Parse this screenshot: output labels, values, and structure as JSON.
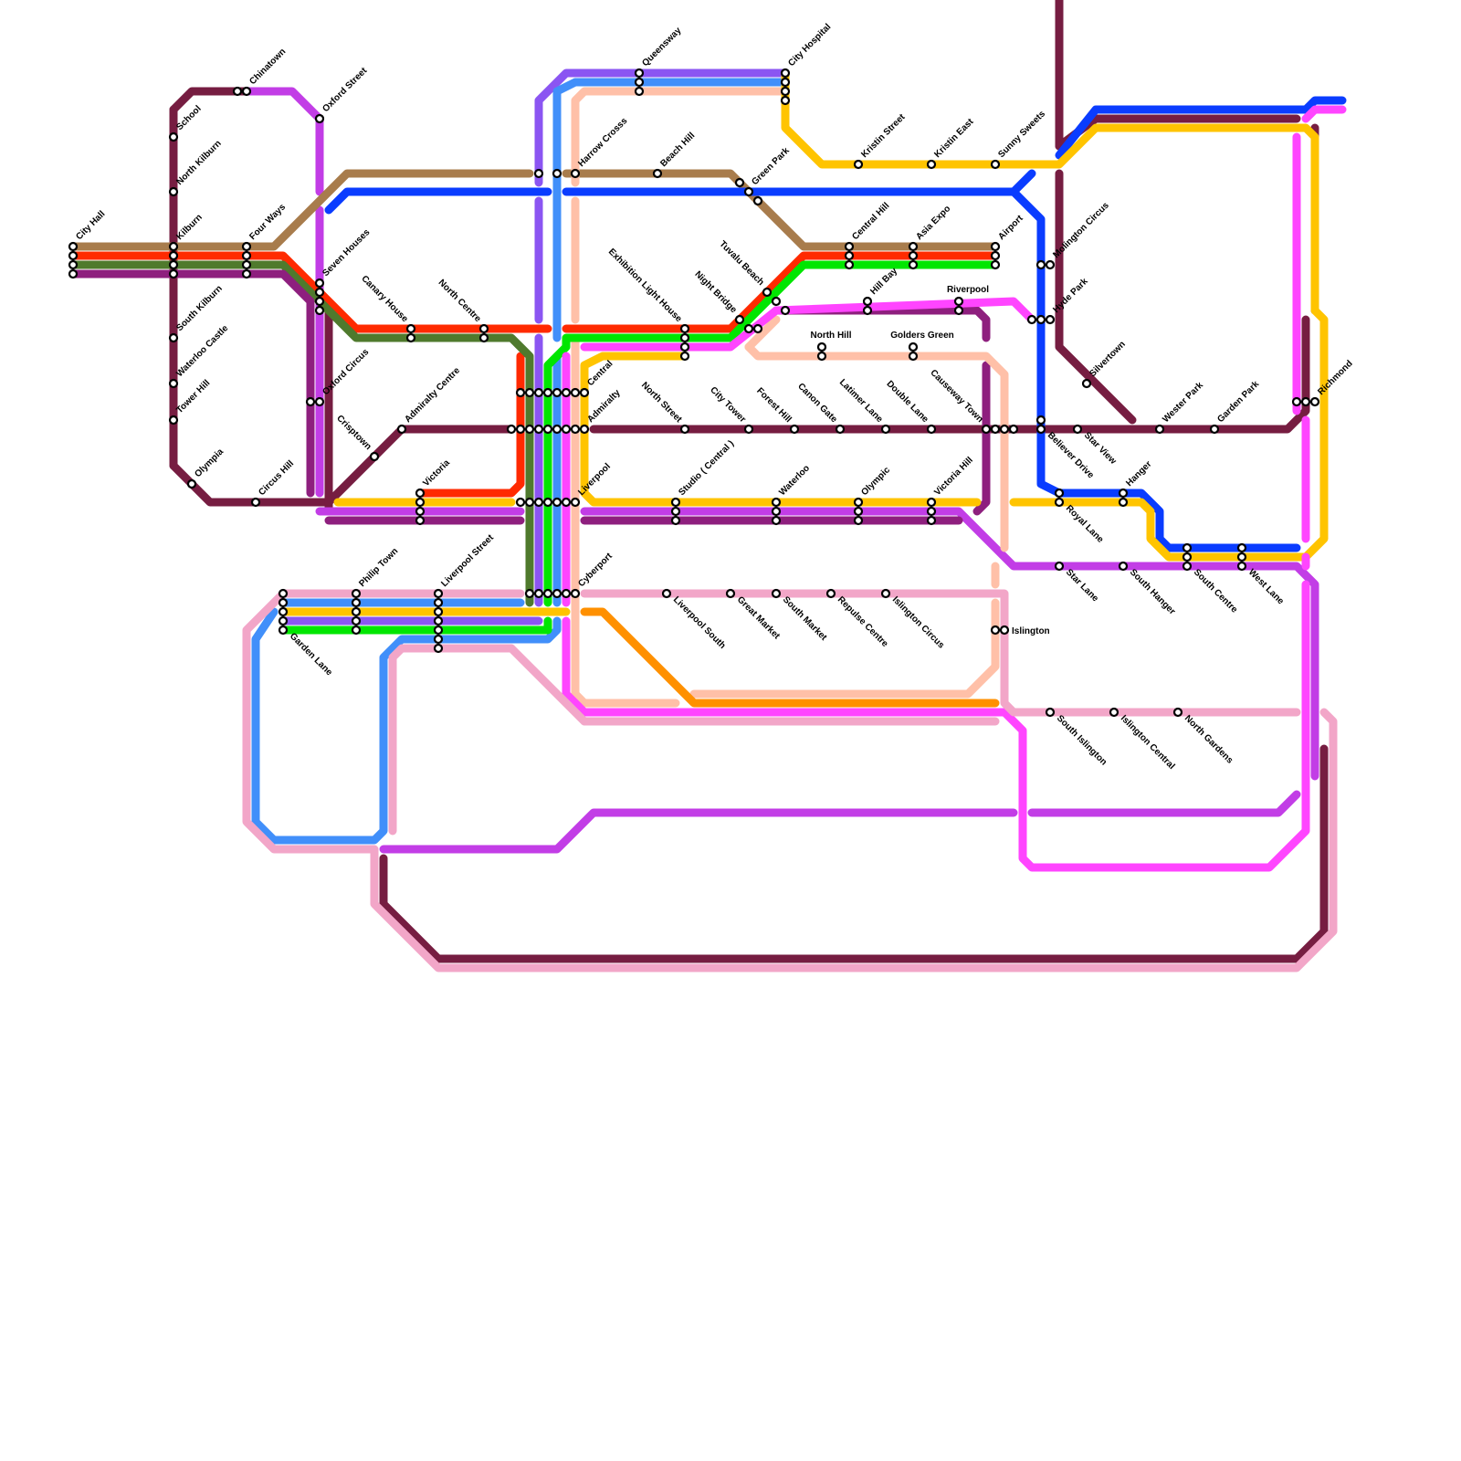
{
  "map": {
    "colors": {
      "maroon": "#761d41",
      "purple": "#c23de6",
      "brown": "#a87c4c",
      "blue": "#0a3cff",
      "red": "#ff2a00",
      "olive": "#4f7a2d",
      "plum": "#8e1f7e",
      "lavender": "#8b55f2",
      "skyblue": "#418ffa",
      "peach": "#ffc0a8",
      "green": "#00e600",
      "yellow": "#ffc400",
      "magenta": "#ff45ff",
      "pink": "#f2a6c8",
      "orange": "#ff9000"
    },
    "stations": [
      {
        "id": "city_hall",
        "name": "City Hall"
      },
      {
        "id": "school",
        "name": "School"
      },
      {
        "id": "north_kilburn",
        "name": "North Kilburn"
      },
      {
        "id": "kilburn",
        "name": "Kilburn"
      },
      {
        "id": "south_kilburn",
        "name": "South Kilburn"
      },
      {
        "id": "waterloo_castle",
        "name": "Waterloo Castle"
      },
      {
        "id": "tower_hill",
        "name": "Tower Hill"
      },
      {
        "id": "olympia",
        "name": "Olympia"
      },
      {
        "id": "chinatown",
        "name": "Chinatown"
      },
      {
        "id": "circus_hill",
        "name": "Circus Hill"
      },
      {
        "id": "four_ways",
        "name": "Four Ways"
      },
      {
        "id": "oxford_street",
        "name": "Oxford Street"
      },
      {
        "id": "seven_houses",
        "name": "Seven Houses"
      },
      {
        "id": "oxford_circus",
        "name": "Oxford Circus"
      },
      {
        "id": "canary_house",
        "name": "Canary House"
      },
      {
        "id": "north_centre",
        "name": "North Centre"
      },
      {
        "id": "crisptown",
        "name": "Crisptown"
      },
      {
        "id": "admiralty_centre",
        "name": "Admiralty Centre"
      },
      {
        "id": "victoria",
        "name": "Victoria"
      },
      {
        "id": "philip_town",
        "name": "Philip Town"
      },
      {
        "id": "liverpool_street",
        "name": "Liverpool Street"
      },
      {
        "id": "garden_lane",
        "name": "Garden Lane"
      },
      {
        "id": "queensway",
        "name": "Queensway"
      },
      {
        "id": "harrow_crosss",
        "name": "Harrow Crosss"
      },
      {
        "id": "central",
        "name": "Central"
      },
      {
        "id": "admiralty",
        "name": "Admiralty"
      },
      {
        "id": "liverpool",
        "name": "Liverpool"
      },
      {
        "id": "cyberport",
        "name": "Cyberport"
      },
      {
        "id": "beach_hill",
        "name": "Beach Hill"
      },
      {
        "id": "exhibition_light_house",
        "name": "Exhibition Light House"
      },
      {
        "id": "north_street",
        "name": "North Street"
      },
      {
        "id": "studio_central",
        "name": "Studio ( Central )"
      },
      {
        "id": "liverpool_south",
        "name": "Liverpool South"
      },
      {
        "id": "city_hospital",
        "name": "City Hospital"
      },
      {
        "id": "green_park",
        "name": "Green Park"
      },
      {
        "id": "night_bridge",
        "name": "Night Bridge"
      },
      {
        "id": "tuvalu_beach",
        "name": "Tuvalu Beach"
      },
      {
        "id": "city_tower",
        "name": "City Tower"
      },
      {
        "id": "forest_hill",
        "name": "Forest Hill"
      },
      {
        "id": "waterloo",
        "name": "Waterloo"
      },
      {
        "id": "great_market",
        "name": "Great Market"
      },
      {
        "id": "south_market",
        "name": "South Market"
      },
      {
        "id": "north_hill",
        "name": "North Hill"
      },
      {
        "id": "canon_gate",
        "name": "Canon Gate"
      },
      {
        "id": "repulse_centre",
        "name": "Repulse Centre"
      },
      {
        "id": "kristin_street",
        "name": "Kristin Street"
      },
      {
        "id": "central_hill",
        "name": "Central Hill"
      },
      {
        "id": "hill_bay",
        "name": "Hill Bay"
      },
      {
        "id": "latimer_lane",
        "name": "Latimer Lane"
      },
      {
        "id": "olympic",
        "name": "Olympic"
      },
      {
        "id": "islington_circus",
        "name": "Islington Circus"
      },
      {
        "id": "kristin_east",
        "name": "Kristin East"
      },
      {
        "id": "asia_expo",
        "name": "Asia Expo"
      },
      {
        "id": "golders_green",
        "name": "Golders Green"
      },
      {
        "id": "double_lane",
        "name": "Double Lane"
      },
      {
        "id": "victoria_hill",
        "name": "Victoria Hill"
      },
      {
        "id": "riverpool",
        "name": "Riverpool"
      },
      {
        "id": "sunny_sweets",
        "name": "Sunny Sweets"
      },
      {
        "id": "airport",
        "name": "Airport"
      },
      {
        "id": "causeway_town",
        "name": "Causeway Town"
      },
      {
        "id": "islington",
        "name": "Islington"
      },
      {
        "id": "molington_circus",
        "name": "Molington Circus"
      },
      {
        "id": "hyde_park",
        "name": "Hyde Park"
      },
      {
        "id": "believer_drive",
        "name": "Believer Drive"
      },
      {
        "id": "royal_lane",
        "name": "Royal Lane"
      },
      {
        "id": "star_lane",
        "name": "Star Lane"
      },
      {
        "id": "south_islington",
        "name": "South Islington"
      },
      {
        "id": "silvertown",
        "name": "Silvertown"
      },
      {
        "id": "star_view",
        "name": "Star View"
      },
      {
        "id": "hanger",
        "name": "Hanger"
      },
      {
        "id": "south_hanger",
        "name": "South Hanger"
      },
      {
        "id": "islington_central",
        "name": "Islington Central"
      },
      {
        "id": "wester_park",
        "name": "Wester Park"
      },
      {
        "id": "south_centre",
        "name": "South Centre"
      },
      {
        "id": "north_gardens",
        "name": "North Gardens"
      },
      {
        "id": "garden_park",
        "name": "Garden Park"
      },
      {
        "id": "west_lane",
        "name": "West Lane"
      },
      {
        "id": "richmond",
        "name": "Richmond"
      }
    ]
  }
}
